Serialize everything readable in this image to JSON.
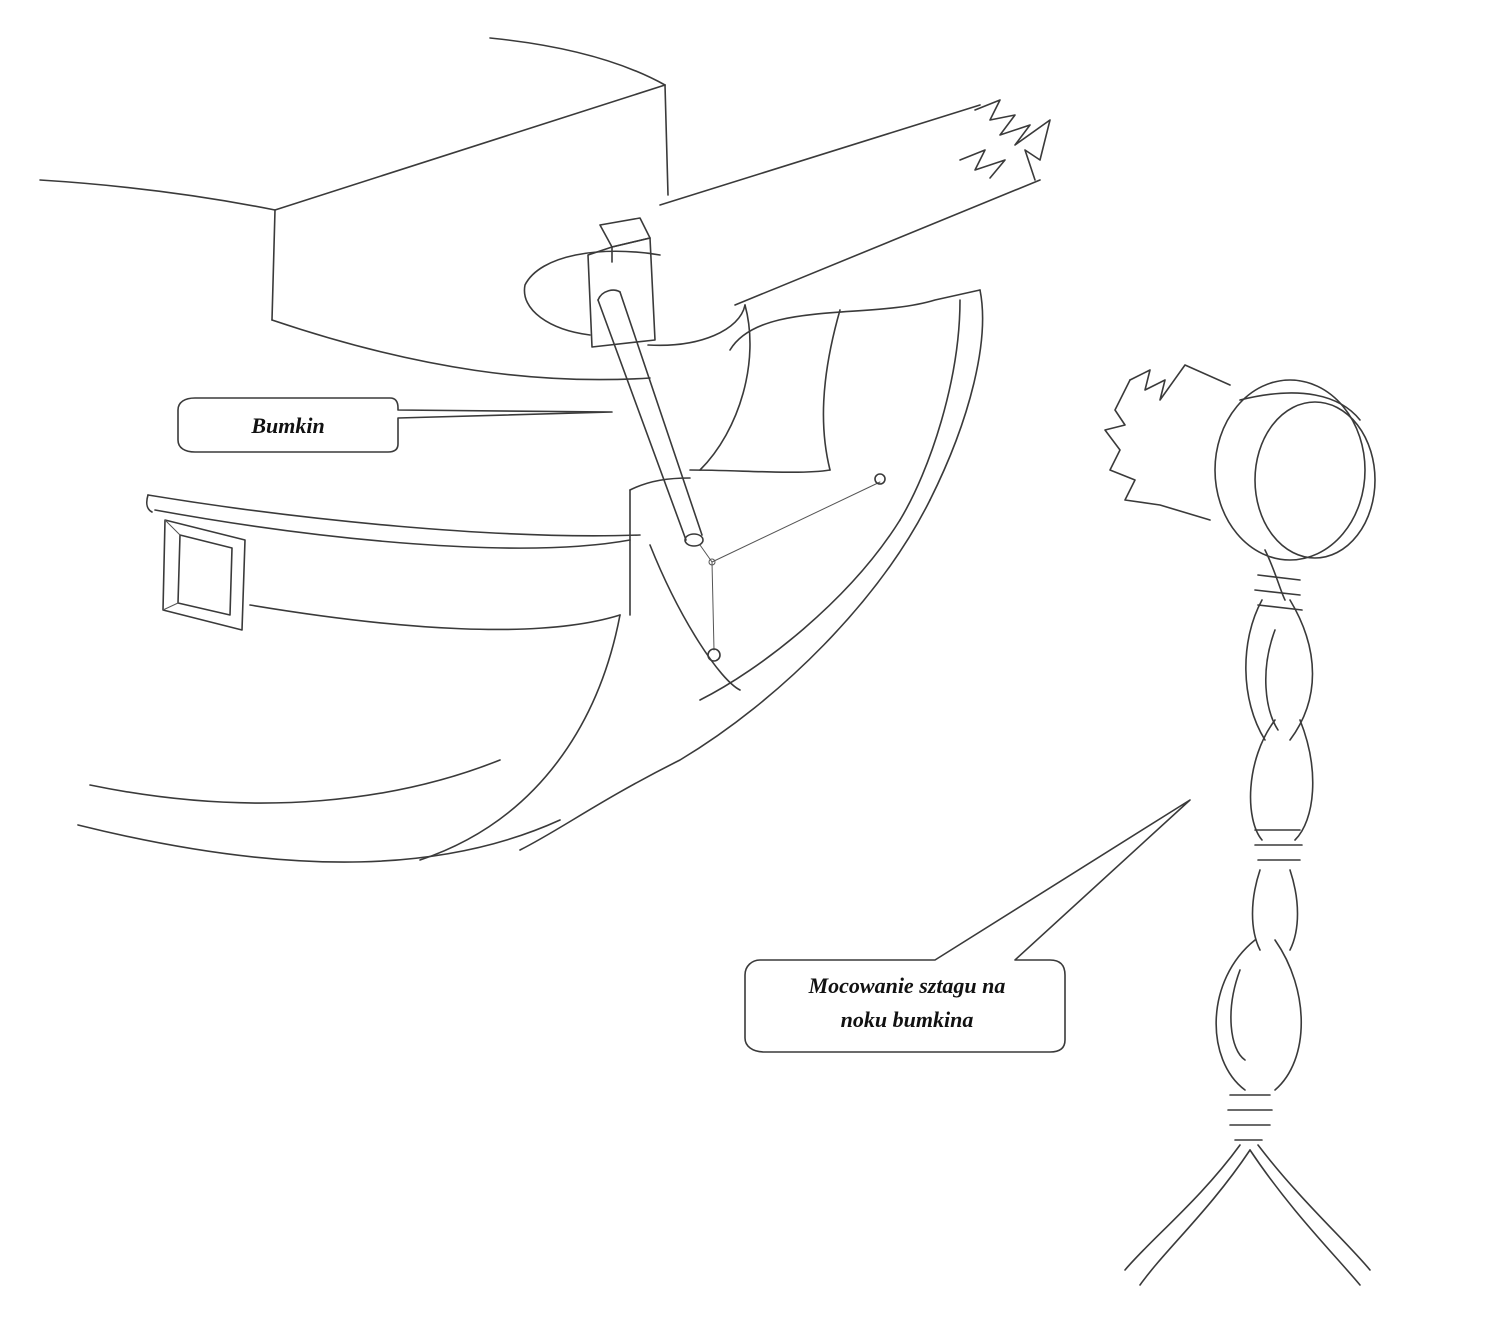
{
  "callouts": {
    "bumkin_label": "Bumkin",
    "detail_label_line1": "Mocowanie sztagu na",
    "detail_label_line2": "noku bumkina"
  }
}
